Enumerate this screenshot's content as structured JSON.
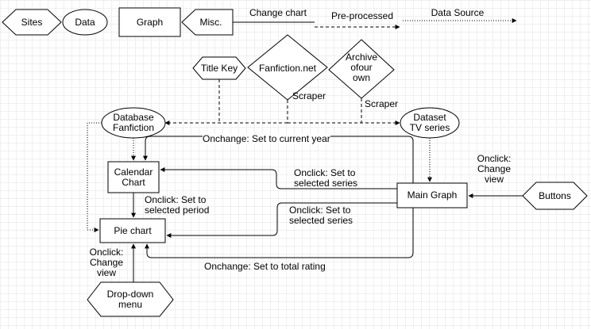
{
  "legend": {
    "sites": "Sites",
    "data": "Data",
    "graph": "Graph",
    "misc": "Misc.",
    "change_chart": "Change chart",
    "pre_processed": "Pre-processed",
    "data_source": "Data Source"
  },
  "nodes": {
    "title_key": "Title Key",
    "fanfiction_net": "Fanfiction.net",
    "archive": "Archive\nofour\nown",
    "database": "Database\nFanfiction",
    "dataset": "Dataset\nTV series",
    "calendar": "Calendar\nChart",
    "main_graph": "Main Graph",
    "pie_chart": "Pie chart",
    "buttons": "Buttons",
    "dropdown": "Drop-down\nmenu"
  },
  "edge_labels": {
    "scraper_1": "Scraper",
    "scraper_2": "Scraper",
    "onchange_year": "Onchange: Set to current year",
    "onclick_series_1": "Onclick: Set to\nselected series",
    "onclick_period": "Onclick: Set to\nselected period",
    "onclick_series_2": "Onclick: Set to\nselected series",
    "onclick_change_view_right": "Onclick:\nChange\nview",
    "onclick_change_view_left": "Onclick:\nChange\nview",
    "onchange_total": "Onchange: Set to total rating"
  }
}
